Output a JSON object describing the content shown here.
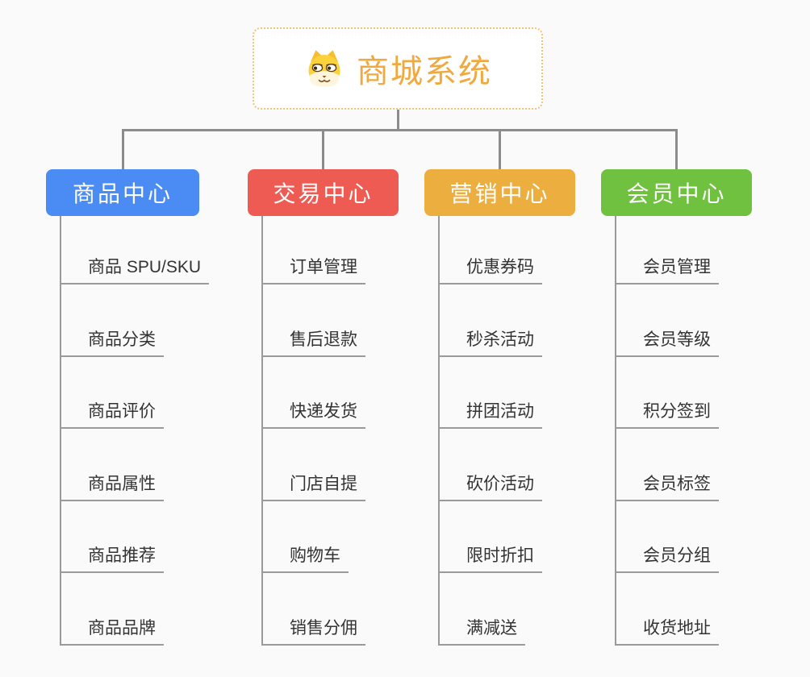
{
  "root": {
    "label": "商城系统",
    "icon": "dog-face-icon",
    "text_color": "#F0A93F",
    "border_color": "#F2C277"
  },
  "branches": [
    {
      "label": "商品中心",
      "color": "#4B8BF4",
      "items": [
        "商品 SPU/SKU",
        "商品分类",
        "商品评价",
        "商品属性",
        "商品推荐",
        "商品品牌"
      ]
    },
    {
      "label": "交易中心",
      "color": "#EE5B52",
      "items": [
        "订单管理",
        "售后退款",
        "快递发货",
        "门店自提",
        "购物车",
        "销售分佣"
      ]
    },
    {
      "label": "营销中心",
      "color": "#ECAE3E",
      "items": [
        "优惠券码",
        "秒杀活动",
        "拼团活动",
        "砍价活动",
        "限时折扣",
        "满减送"
      ]
    },
    {
      "label": "会员中心",
      "color": "#6FC13F",
      "items": [
        "会员管理",
        "会员等级",
        "积分签到",
        "会员标签",
        "会员分组",
        "收货地址"
      ]
    }
  ],
  "colors": {
    "background": "#FAFAFA",
    "connector": "#8C8C8C",
    "leaf_line": "#9A9A9A",
    "leaf_text": "#333333"
  }
}
